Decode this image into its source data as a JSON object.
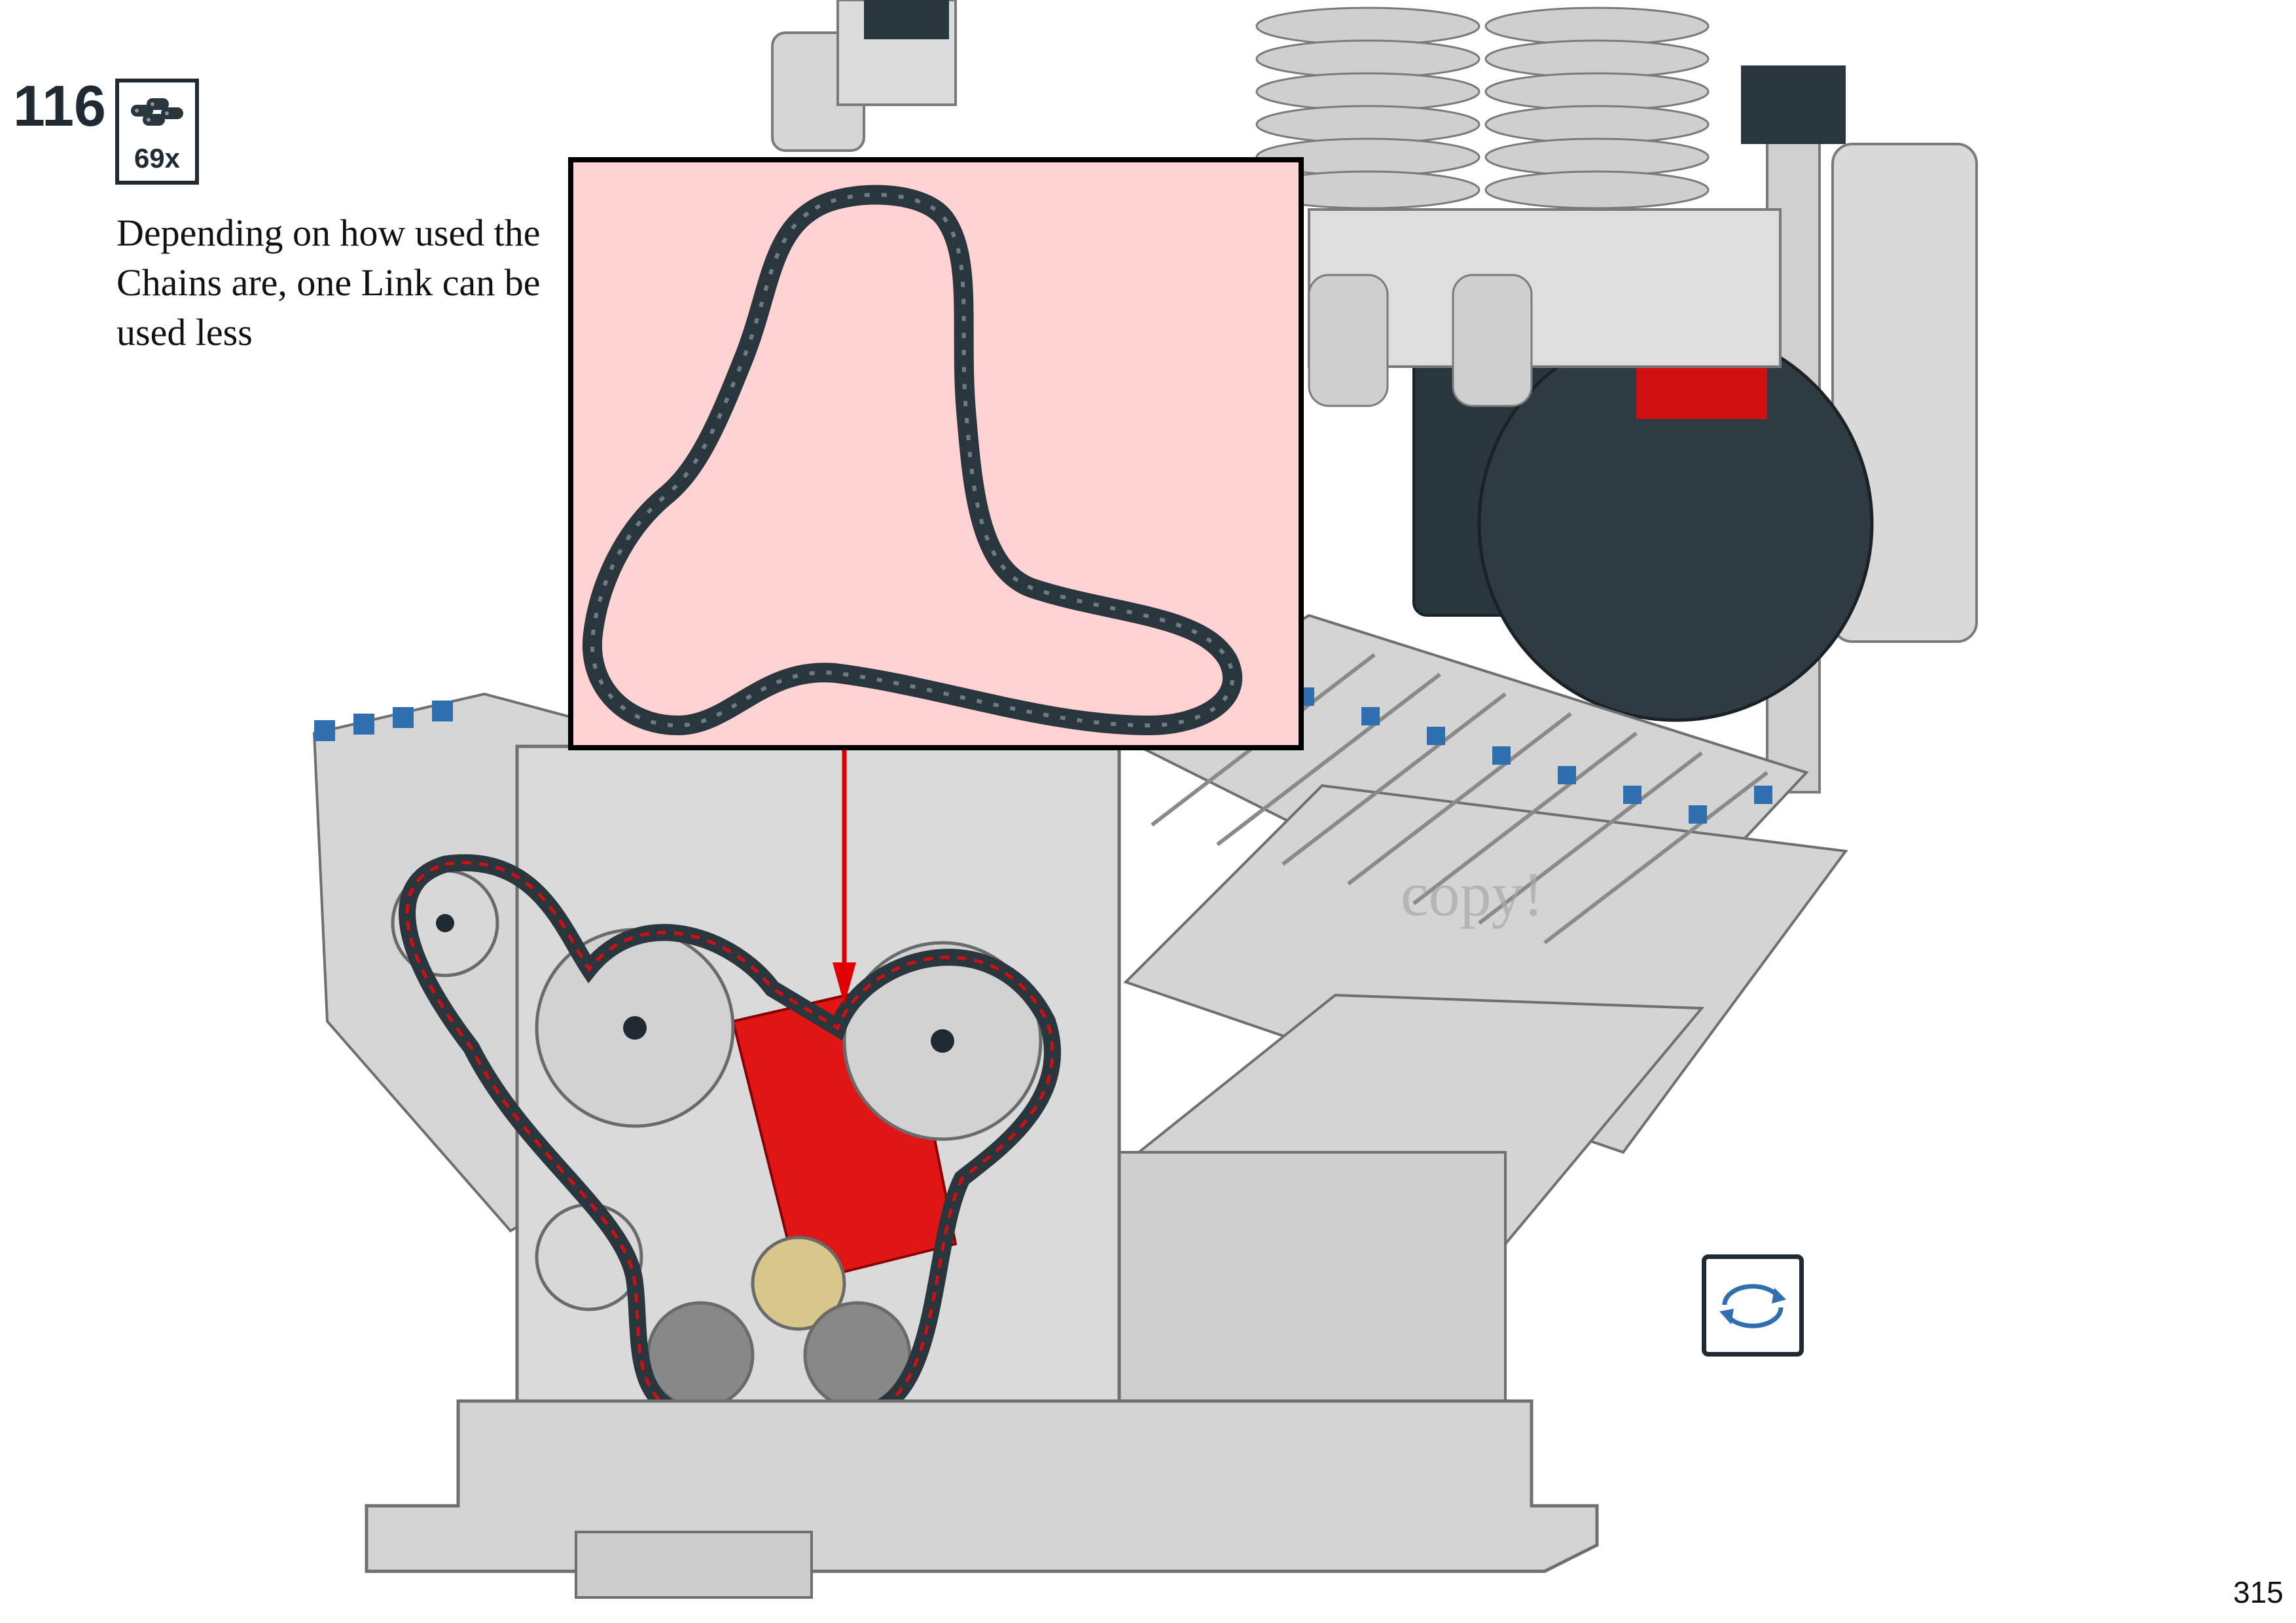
{
  "step": {
    "number": "116"
  },
  "parts": {
    "quantity": "69x",
    "part_icon": "chain-link-icon"
  },
  "note": {
    "text": "Depending on how used the Chains are, one Link can be used less"
  },
  "watermark": {
    "text": "copy!"
  },
  "rotate": {
    "icon": "rotate-model-icon"
  },
  "page": {
    "number": "315"
  },
  "colors": {
    "callout_background": "#ffd3d3",
    "arrow": "#e00000",
    "chain": "#2a363d",
    "frame": "#1f2a33",
    "rotate_arrow": "#2f6fb0"
  }
}
